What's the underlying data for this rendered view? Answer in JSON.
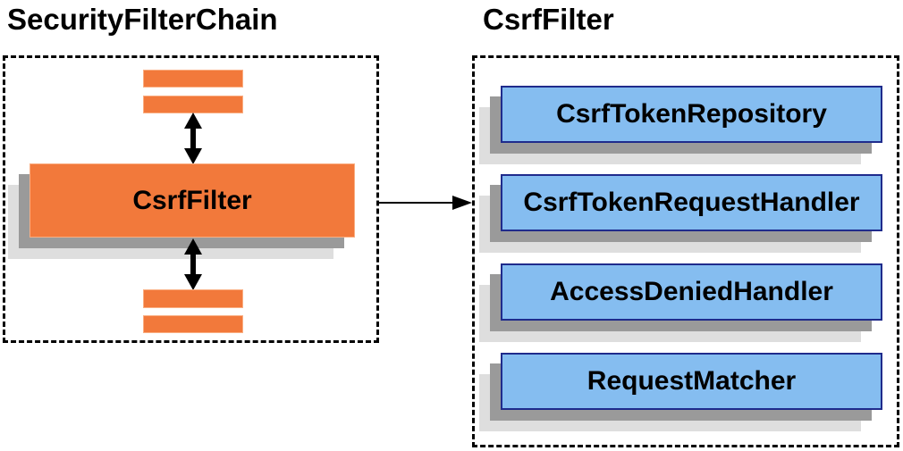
{
  "left": {
    "title": "SecurityFilterChain",
    "filter_label": "CsrfFilter"
  },
  "right": {
    "title": "CsrfFilter",
    "components": [
      "CsrfTokenRepository",
      "CsrfTokenRequestHandler",
      "AccessDeniedHandler",
      "RequestMatcher"
    ]
  },
  "colors": {
    "orange": "#F2793B",
    "orange_border": "#FAAE82",
    "blue_fill": "#85BDF0",
    "blue_border": "#1F2B8C",
    "shadow_dark": "#9A9A9A",
    "shadow_light": "#DEDEDE",
    "outline": "#000000"
  }
}
